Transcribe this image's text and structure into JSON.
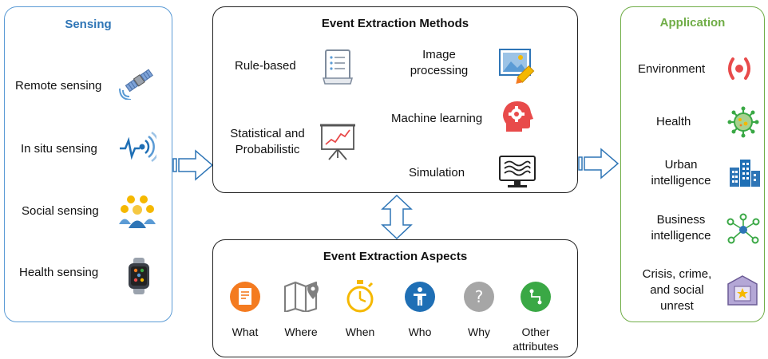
{
  "sensing": {
    "title": "Sensing",
    "items": [
      {
        "label": "Remote sensing",
        "icon": "satellite-icon"
      },
      {
        "label": "In situ sensing",
        "icon": "signal-wave-icon"
      },
      {
        "label": "Social sensing",
        "icon": "people-group-icon"
      },
      {
        "label": "Health sensing",
        "icon": "smartwatch-icon"
      }
    ]
  },
  "methods": {
    "title": "Event Extraction Methods",
    "items": [
      {
        "label": "Rule-based",
        "icon": "document-list-icon"
      },
      {
        "label": "Image processing",
        "line1": "Image",
        "line2": "processing",
        "icon": "image-pen-icon"
      },
      {
        "label": "Machine learning",
        "icon": "head-gear-icon"
      },
      {
        "label": "Statistical and Probabilistic",
        "line1": "Statistical and",
        "line2": "Probabilistic",
        "icon": "presentation-chart-icon"
      },
      {
        "label": "Simulation",
        "icon": "monitor-icon"
      }
    ]
  },
  "aspects": {
    "title": "Event Extraction Aspects",
    "items": [
      {
        "label": "What",
        "icon": "document-icon",
        "color": "#f47b20"
      },
      {
        "label": "Where",
        "icon": "map-pin-icon",
        "color": "#7f7f7f"
      },
      {
        "label": "When",
        "icon": "stopwatch-icon",
        "color": "#f5b800"
      },
      {
        "label": "Who",
        "icon": "person-icon",
        "color": "#1f6fb5"
      },
      {
        "label": "Why",
        "icon": "question-icon",
        "color": "#9e9e9e"
      },
      {
        "label": "Other attributes",
        "line1": "Other",
        "line2": "attributes",
        "icon": "branch-icon",
        "color": "#3aa845"
      }
    ]
  },
  "application": {
    "title": "Application",
    "items": [
      {
        "label": "Environment",
        "icon": "broadcast-icon"
      },
      {
        "label": "Health",
        "icon": "virus-icon"
      },
      {
        "label": "Urban intelligence",
        "line1": "Urban",
        "line2": "intelligence",
        "icon": "buildings-icon"
      },
      {
        "label": "Business intelligence",
        "line1": "Business",
        "line2": "intelligence",
        "icon": "network-icon"
      },
      {
        "label": "Crisis, crime, and social unrest",
        "line1": "Crisis, crime,",
        "line2": "and social",
        "line3": "unrest",
        "icon": "police-badge-icon"
      }
    ]
  },
  "colors": {
    "sensing_border": "#5b9bd5",
    "application_border": "#70ad47",
    "arrow": "#2e75b6"
  }
}
